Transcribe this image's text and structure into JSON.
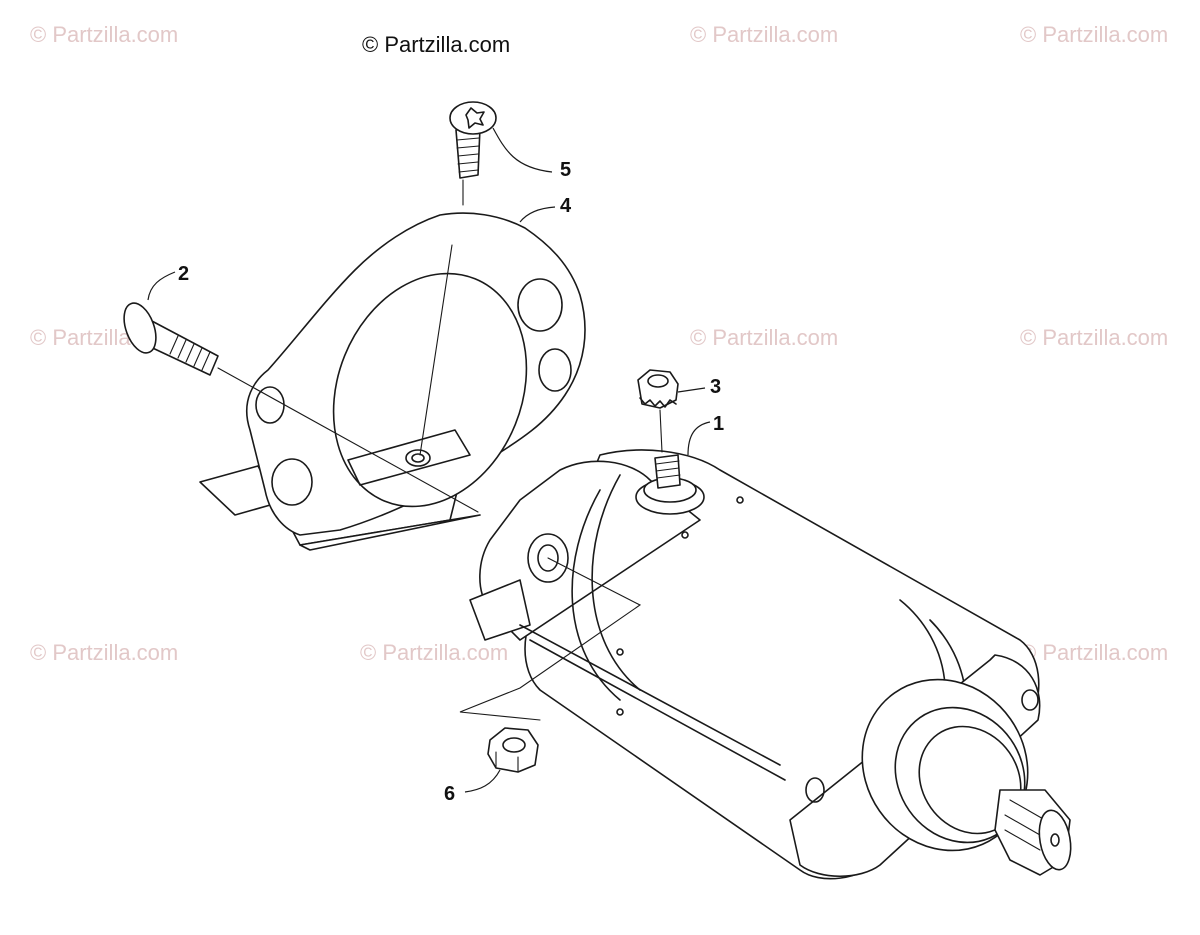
{
  "copyright": "© Partzilla.com",
  "watermark_text": "© Partzilla.com",
  "callouts": [
    "1",
    "2",
    "3",
    "4",
    "5",
    "6"
  ],
  "colors": {
    "line": "#1a1a1a",
    "watermark": "#e2c8c8",
    "background": "#ffffff"
  }
}
